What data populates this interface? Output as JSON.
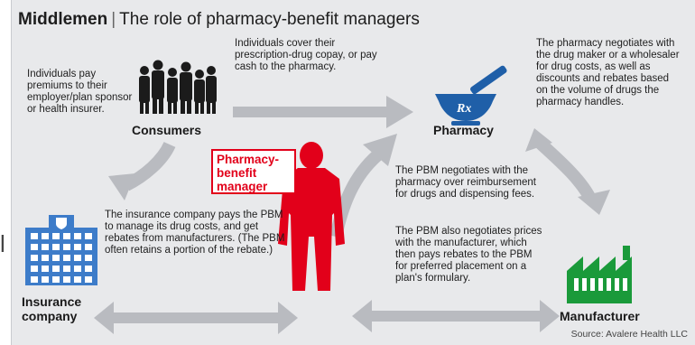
{
  "title": {
    "bold": "Middlemen",
    "separator": "|",
    "rest": "The role of pharmacy-benefit managers"
  },
  "nodes": {
    "consumers": "Consumers",
    "pharmacy": "Pharmacy",
    "pbm": "Pharmacy-benefit manager",
    "insurance": "Insurance company",
    "manufacturer": "Manufacturer"
  },
  "texts": {
    "individuals_pay": "Individuals pay premiums to their employer/plan sponsor or health insurer.",
    "individuals_cover": "Individuals cover their prescription-drug copay, or pay cash to the pharmacy.",
    "pharmacy_negotiates": "The pharmacy negotiates with the drug maker or a wholesaler for drug costs, as well as discounts and rebates based on the volume of drugs the pharmacy handles.",
    "pbm_negotiates_pharmacy": "The PBM negotiates with the pharmacy over reimbursement for drugs and dispensing fees.",
    "insurance_pays": "The insurance company pays the PBM to manage its drug costs, and get rebates from manufacturers. (The PBM often retains a portion of the rebate.)",
    "pbm_negotiates_manufacturer": "The PBM also negotiates prices with the manufacturer, which then pays rebates to the PBM for preferred placement on a plan's formulary."
  },
  "source": "Source: Avalere Health LLC",
  "edge_glyph": "l",
  "icons": {
    "consumers": "people-silhouettes-icon",
    "pharmacy": "mortar-pestle-rx-icon",
    "pbm": "businessman-silhouette-icon",
    "insurance": "office-building-icon",
    "manufacturer": "factory-icon"
  },
  "colors": {
    "background": "#e8e9eb",
    "arrow": "#b9bbc0",
    "pbm_red": "#e2001a",
    "pharmacy_blue": "#1f5fa8",
    "building_blue": "#3d7cc9",
    "factory_green": "#1a9a3a",
    "silhouette": "#1b1b1b"
  }
}
